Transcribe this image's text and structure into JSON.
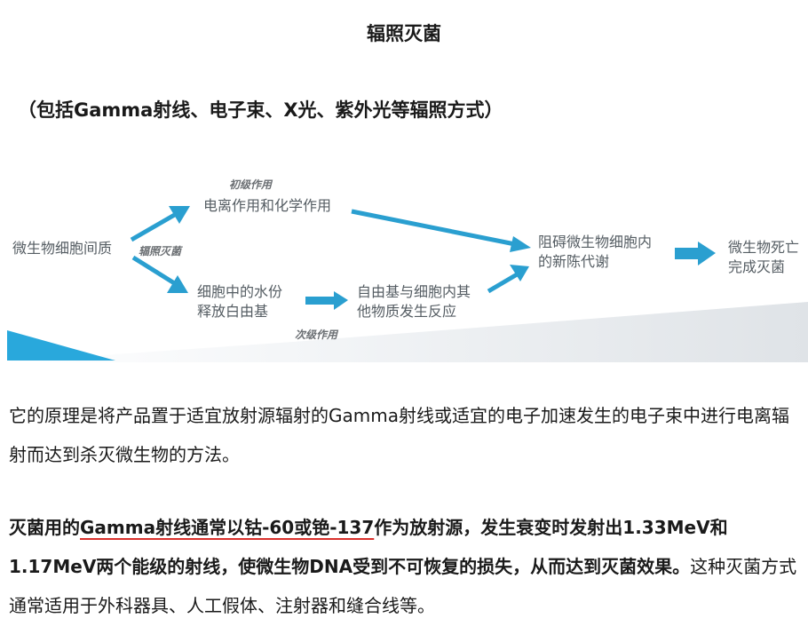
{
  "title": "辐照灭菌",
  "subtitle": "（包括Gamma射线、电子束、X光、紫外光等辐照方式）",
  "diagram": {
    "start": "微生物细胞间质",
    "tag_irradiation": "辐照灭菌",
    "tag_primary": "初级作用",
    "tag_secondary": "次级作用",
    "primary_effect": "电离作用和化学作用",
    "water_line1": "细胞中的水份",
    "water_line2": "释放白由基",
    "radical_line1": "自由基与细胞内其",
    "radical_line2": "他物质发生反应",
    "block_line1": "阻碍微生物细胞内",
    "block_line2": "的新陈代谢",
    "result_line1": "微生物死亡",
    "result_line2": "完成灭菌",
    "arrow_color": "#2a9fd0",
    "band_color": "#29a8dc"
  },
  "paragraph1": "它的原理是将产品置于适宜放射源辐射的Gamma射线或适宜的电子加速发生的电子束中进行电离辐射而达到杀灭微生物的方法。",
  "paragraph2": {
    "bold_a": "灭菌用的",
    "underlined": "Gamma射线通常以钴-60或铯-137",
    "bold_b": "作为放射源，发生衰变时发射出1.33MeV和1.17MeV两个能级的射线，使微生物DNA受到不可恢复的损失，从而达到灭菌效果。",
    "normal": "这种灭菌方式通常适用于外科器具、人工假体、注射器和缝合线等。"
  }
}
